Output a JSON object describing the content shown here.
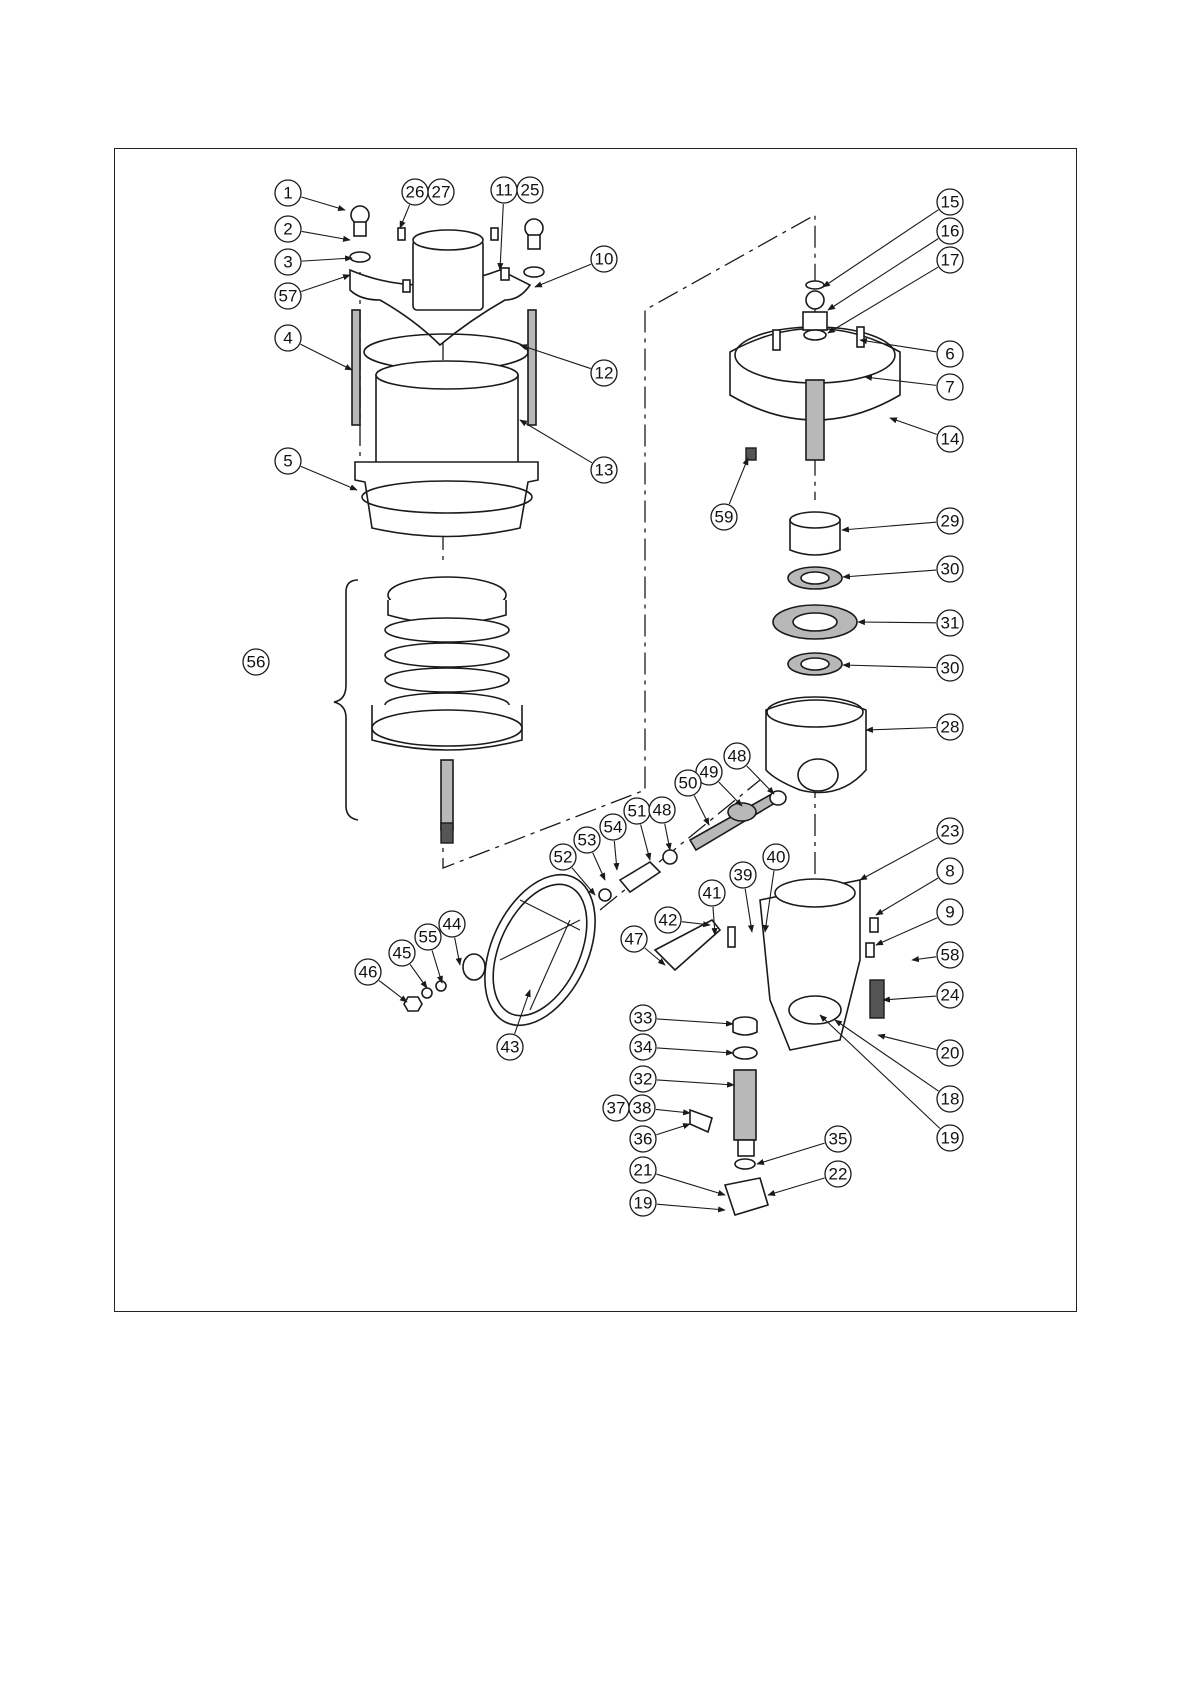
{
  "figure": {
    "group_label": "56",
    "callouts": [
      {
        "id": "c1",
        "label": "1"
      },
      {
        "id": "c2",
        "label": "2"
      },
      {
        "id": "c3",
        "label": "3"
      },
      {
        "id": "c57",
        "label": "57"
      },
      {
        "id": "c4",
        "label": "4"
      },
      {
        "id": "c5",
        "label": "5"
      },
      {
        "id": "c26",
        "label": "26"
      },
      {
        "id": "c27",
        "label": "27"
      },
      {
        "id": "c11",
        "label": "11"
      },
      {
        "id": "c25",
        "label": "25"
      },
      {
        "id": "c10",
        "label": "10"
      },
      {
        "id": "c12",
        "label": "12"
      },
      {
        "id": "c13",
        "label": "13"
      },
      {
        "id": "c15",
        "label": "15"
      },
      {
        "id": "c16",
        "label": "16"
      },
      {
        "id": "c17",
        "label": "17"
      },
      {
        "id": "c6",
        "label": "6"
      },
      {
        "id": "c7",
        "label": "7"
      },
      {
        "id": "c14",
        "label": "14"
      },
      {
        "id": "c59",
        "label": "59"
      },
      {
        "id": "c29",
        "label": "29"
      },
      {
        "id": "c30a",
        "label": "30"
      },
      {
        "id": "c31",
        "label": "31"
      },
      {
        "id": "c30b",
        "label": "30"
      },
      {
        "id": "c28",
        "label": "28"
      },
      {
        "id": "c48a",
        "label": "48"
      },
      {
        "id": "c49",
        "label": "49"
      },
      {
        "id": "c50",
        "label": "50"
      },
      {
        "id": "c51",
        "label": "51"
      },
      {
        "id": "c48b",
        "label": "48"
      },
      {
        "id": "c54",
        "label": "54"
      },
      {
        "id": "c53",
        "label": "53"
      },
      {
        "id": "c52",
        "label": "52"
      },
      {
        "id": "c23",
        "label": "23"
      },
      {
        "id": "c8",
        "label": "8"
      },
      {
        "id": "c9",
        "label": "9"
      },
      {
        "id": "c58",
        "label": "58"
      },
      {
        "id": "c24",
        "label": "24"
      },
      {
        "id": "c20",
        "label": "20"
      },
      {
        "id": "c18",
        "label": "18"
      },
      {
        "id": "c19a",
        "label": "19"
      },
      {
        "id": "c39",
        "label": "39"
      },
      {
        "id": "c40",
        "label": "40"
      },
      {
        "id": "c41",
        "label": "41"
      },
      {
        "id": "c42",
        "label": "42"
      },
      {
        "id": "c47",
        "label": "47"
      },
      {
        "id": "c44",
        "label": "44"
      },
      {
        "id": "c45",
        "label": "45"
      },
      {
        "id": "c55",
        "label": "55"
      },
      {
        "id": "c46",
        "label": "46"
      },
      {
        "id": "c43",
        "label": "43"
      },
      {
        "id": "c33",
        "label": "33"
      },
      {
        "id": "c34",
        "label": "34"
      },
      {
        "id": "c32",
        "label": "32"
      },
      {
        "id": "c37",
        "label": "37"
      },
      {
        "id": "c38",
        "label": "38"
      },
      {
        "id": "c36",
        "label": "36"
      },
      {
        "id": "c35",
        "label": "35"
      },
      {
        "id": "c21",
        "label": "21"
      },
      {
        "id": "c22",
        "label": "22"
      },
      {
        "id": "c19b",
        "label": "19"
      }
    ]
  }
}
